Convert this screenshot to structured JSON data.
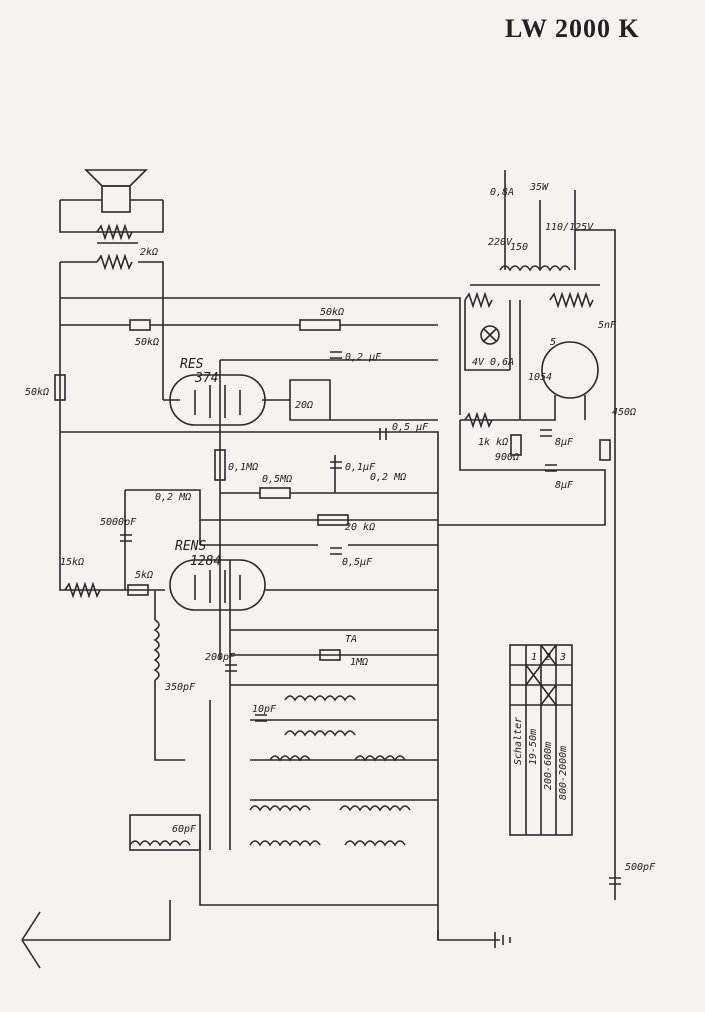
{
  "title": "LW 2000 K",
  "tubes": {
    "output": {
      "line1": "RES",
      "line2": "374"
    },
    "input": {
      "line1": "RENS",
      "line2": "1284"
    }
  },
  "labels": {
    "r_2k": "2kΩ",
    "r_50k_top": "50kΩ",
    "r_50k_left": "50kΩ",
    "r_50k_right": "50kΩ",
    "r_20ohm": "20Ω",
    "c_02uF": "0,2 µF",
    "r_01M": "0,1MΩ",
    "r_05M": "0,5MΩ",
    "c_01uF": "0,1µF",
    "c_05uF": "0,5 µF",
    "r_02M_right": "0,2 MΩ",
    "r_02M_left": "0,2 MΩ",
    "r_20k": "20 kΩ",
    "c_5000pF": "5000pF",
    "r_15k": "15kΩ",
    "r_5k": "5kΩ",
    "c_05uF_b": "0,5µF",
    "c_350pF": "350pF",
    "c_200pF": "200pF",
    "c_10pF": "10pF",
    "ta": "TA",
    "r_1M": "1MΩ",
    "c_60pF": "60pF",
    "c_500pF": "500pF",
    "v_220": "220V",
    "a_08": "0,8A",
    "v_150": "150",
    "w_35": "35W",
    "v_110": "110/125V",
    "lamp": "4V 0,6A",
    "rect": "1054",
    "c_5nF": "5nF",
    "c_5": "5",
    "r_1k": "1k kΩ",
    "r_900": "900Ω",
    "c_8uF_1": "8µF",
    "c_8uF_2": "8µF",
    "r_450": "450Ω"
  },
  "switch_table": {
    "header": "Schalter",
    "columns": [
      "1",
      "2",
      "3"
    ],
    "rows": [
      "19-50m",
      "200-600m",
      "800-2000m"
    ]
  }
}
